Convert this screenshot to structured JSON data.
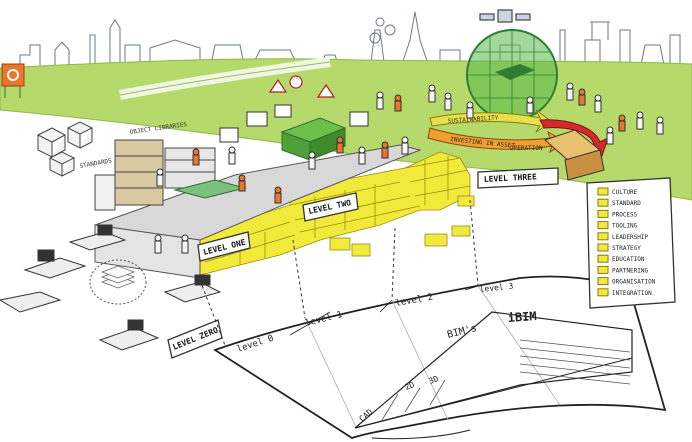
{
  "levels": {
    "zero": "LEVEL ZERO",
    "one": "LEVEL ONE",
    "two": "LEVEL TWO",
    "three": "LEVEL THREE"
  },
  "library_label": "OBJECT LIBRARIES",
  "standards_label": "STANDARDS",
  "arrow_labels": {
    "top": "SUSTAINABILITY",
    "middle": "INVESTING IN ASSET",
    "right": "OPERATION"
  },
  "legend_items": [
    "CULTURE",
    "STANDARD",
    "PROCESS",
    "TOOLING",
    "LEADERSHIP",
    "STRATEGY",
    "EDUCATION",
    "PARTNERING",
    "ORGANISATION",
    "INTEGRATION"
  ],
  "sheet": {
    "cols": [
      "level 0",
      "level 1",
      "level 2",
      "level 3"
    ],
    "bims": "BIM's",
    "ibim": "iBIM",
    "cad": "CAD",
    "two_d": "2D",
    "three_d": "3D"
  },
  "colors": {
    "grass": "#b5d96a",
    "wall_yellow": "#f2ea3a",
    "globe_green": "#58b84a",
    "accent_orange": "#e8762b",
    "sky": "#ffffff"
  }
}
